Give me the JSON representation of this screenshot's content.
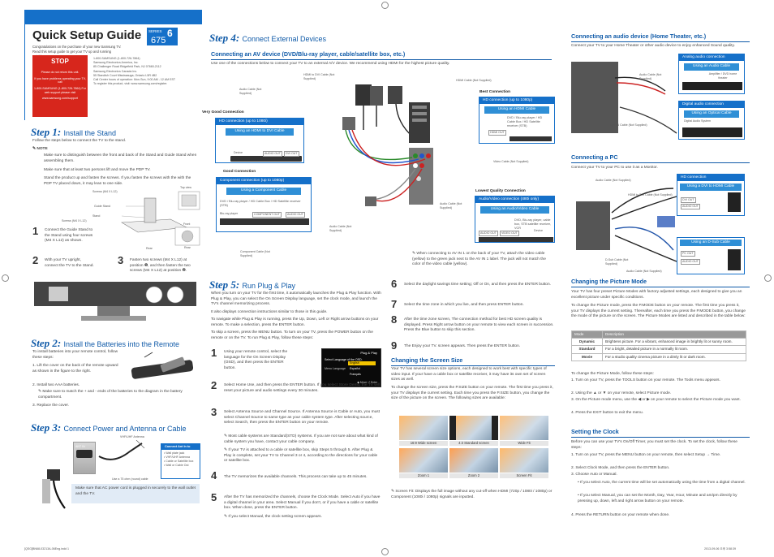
{
  "header": {
    "title": "Quick Setup Guide",
    "series_label": "SERIES",
    "series_number": "6",
    "model_number": "675",
    "intro": "Congratulations on the purchase of your new Samsung TV. Read this setup guide to get your TV up and running quickly.",
    "stop_label": "STOP",
    "stop_text1": "Please do not return this unit.",
    "stop_text2": "If you have problems operating your TV, call",
    "stop_text3": "1-800-SAMSUNG (1-800-726-7864) For web support please visit",
    "stop_text4": "www.samsung.com/support",
    "contact1": "1-800-SAMSUNG (1-800-726-7864)",
    "contact2": "Samsung Electronics America, Inc.",
    "contact3": "85 Challenger Road Ridgefield Park, NJ 07660-2112",
    "contact4": "Samsung Electronics Canada Inc.",
    "contact5": "55 Standish Court Mississauga, Ontario L5R 4B2",
    "contact6": "Call Center hours of operation: Mon-Sun, 9:00 AM - 12 AM EST",
    "contact7": "To register this product, visit: www.samsung.com/register."
  },
  "step1": {
    "step": "Step 1:",
    "title": "Install the Stand",
    "intro": "Follow the steps below to connect the TV to the stand.",
    "note_label": "NOTE",
    "notes": [
      "Make sure to distinguish between the front and back of the Stand and Guide Stand when assembling them.",
      "Make sure that at least two persons lift and move the PDP TV.",
      "Stand the product up and fasten the screws. If you fasten the screws with the with the PDP TV placed down, it may lean to one side."
    ],
    "labels": [
      "Screws (M4 X L12)",
      "Top view",
      "Guide Stand",
      "Stand",
      "Screws (M4 X L12)",
      "Front",
      "Rear"
    ],
    "sub1": "Connect the Guide Stand to the Stand using four screws (M4 X L12) as shown.",
    "sub2": "With your TV upright, connect the TV to the Stand.",
    "sub3": "Fasten two screws (M4 X L12) at position ❶, and then fasten the two screws (M4 X L12) at position ❷."
  },
  "step2": {
    "step": "Step 2:",
    "title": "Install the Batteries into the Remote",
    "intro": "To install batteries into your remote control, follow these steps:",
    "items": [
      "Lift the cover on the back of the remote upward as shown in the figure to the right.",
      "Install two AAA batteries.",
      "Replace the cover."
    ],
    "note": "Make sure to match the + and - ends of the batteries to the diagram in the battery compartment."
  },
  "step3": {
    "step": "Step 3:",
    "title": "Connect Power and Antenna or Cable",
    "antenna_label": "VHF/UHF Antenna",
    "cable_note": "Use a 75 ohm (round) cable",
    "ant_in": "ANT IN",
    "box_title": "Connect Ant In to",
    "box_items": [
      "Wall plate jack",
      "VHF/UHF Antenna",
      "Cable or Satellite box",
      "Wall or Cable Out"
    ],
    "power_note": "Make sure that AC power cord is plugged in securely to the wall outlet and the TV."
  },
  "step4": {
    "step": "Step 4:",
    "title": "Connect External Devices",
    "sub_title": "Connecting an AV device (DVD/Blu-ray player, cable/satellite box, etc.)",
    "intro": "Use one of the connections below to connect your TV to an external A/V device. We recommend using HDMI for the highest picture quality.",
    "very_good": "Very Good Connection",
    "very_good_bar": "HD connection (up to 1080i)",
    "very_good_title": "Using an HDMI to DVI Cable",
    "device": "Device",
    "good": "Good Connection",
    "good_bar": "Component connection (up to 1080p)",
    "good_title": "Using a Component Cable",
    "good_desc": "DVD / Blu-ray player / HD Cable Box / HD Satellite receiver (STB)",
    "bluray": "Blu-ray player",
    "best": "Best Connection",
    "best_bar": "HD connection (up to 1080p)",
    "best_title": "Using an HDMI Cable",
    "best_desc": "DVD / Blu-ray player / HD Cable Box / HD Satellite receiver (STB)",
    "lowest": "Lowest Quality Connection",
    "lowest_bar": "Audio/Video connection (480i only)",
    "lowest_title": "Using an Audio/Video Cable",
    "lowest_desc": "DVD, Blu-ray player, cable box, STB satellite receiver, VCR",
    "cable_labels": [
      "Audio Cable (Not Supplied)",
      "HDMI to DVI Cable (Not Supplied)",
      "HDMI Cable (Not Supplied)",
      "Component Cable (Not Supplied)",
      "Audio Cable (Not Supplied)",
      "Video Cable (Not Supplied)",
      "Audio Cable (Not Supplied)"
    ],
    "port_labels": [
      "AUDIO OUT",
      "DVI OUT",
      "COMPONENT OUT",
      "AUDIO OUT",
      "HDMI OUT",
      "AUDIO OUT",
      "VIDEO OUT"
    ],
    "note": "When connecting to AV IN 1 on the back of your TV, attach the video cable (yellow) to the green jack next to the AV IN 1 label. The jack will not match the color of the video cable (yellow)."
  },
  "step5": {
    "step": "Step 5:",
    "title": "Run Plug & Play",
    "intro1": "When you turn on your TV for the first time, it automatically launches the Plug & Play function. With Plug & Play, you can select the On Screen Display language, set the clock mode, and launch the TV's channel memorizing process.",
    "intro2": "It also displays connection instructions similar to those in this guide.",
    "intro3": "To navigate while Plug & Play is running, press the Up, Down, Left or Right arrow buttons on your remote. To make a selection, press the ENTER button.",
    "intro4": "To skip a screen, press the MENU button. To turn on your TV, press the POWER button on the remote or on the TV. To run Plug & Play, follow these steps:",
    "s1": "Using your remote control, select the language for the On Screen Display (OSD), and then press the ENTER button.",
    "osd_title": "Plug & Play",
    "osd_prompt": "Select Language of the OSD.",
    "osd_menu": "Menu Language",
    "osd_opts": [
      "English",
      "Español",
      "Français"
    ],
    "osd_move": "Move",
    "osd_enter": "Enter",
    "s2": "Select Home Use, and then press the ENTER button. If you select Store Demo, the TV will reset your picture and audio settings every 30 minutes.",
    "s3": "Select Antenna Source and Channel Source. If Antenna Source is Cable or Auto, you must select Channel Source to same type as your cable system type. After selecting source, select Search, then press the ENTER button on your remote.",
    "n3a": "Most cable systems are Standard(STD) systems. If you are not sure about what kind of cable system you have, contact your cable company.",
    "n3b": "If your TV is attached to a cable or satellite box, skip Steps 5 through 5. After Plug & Play is complete, set your TV to Channel 3 or 4, according to the directions for your cable or satellite box.",
    "s4": "The TV memorizes the available channels. This process can take up to 45 minutes.",
    "s5": "After the TV has memorized the channels, choose the Clock Mode. Select Auto if you have a digital channel in your area. Select Manual if you don't, or if you have a cable or satellite box. When done, press the ENTER button.",
    "n5": "If you select Manual, the clock setting screen appears.",
    "s6": "Select the daylight savings time setting; Off or On, and then press the ENTER button.",
    "s7": "Select the time zone in which you live, and then press ENTER button.",
    "s8": "After the time zone screen, The connection method for best HD screen quality is displayed. Press Right arrow button on your remote to view each screen in succession. Press the Blue button to skip this section.",
    "s9": "The Enjoy your TV. screen appears. Then press the ENTER button."
  },
  "screen_size": {
    "title": "Changing the Screen Size",
    "p1": "Your TV has several screen size options, each designed to work best with specific types of video input. If your have a cable box or satellite receiver, it may have its own set of screen sizes as well.",
    "p2": "To change the screen size, press the P.SIZE button on your remote. The first time you press it, your TV displays the current setting. Each time you press the P.SIZE button, you change the size of the picture on the screen. The following sizes are available:",
    "row1": [
      "16:9 Wide screen",
      "4:3 Standard screen",
      "Wide Fit"
    ],
    "row2": [
      "Zoom 1",
      "Zoom 2",
      "Screen Fit"
    ],
    "note": "Screen Fit: Displays the full image without any cut-off when HDMI (720p / 1080i / 1080p) or Component (1080i / 1080p) signals are inputted."
  },
  "audio_device": {
    "title": "Connecting an audio device (Home Theater, etc.)",
    "p": "Connect your TV to your Home Theater or other audio device to enjoy enhanced Sound quality.",
    "analog_bar": "Analog audio connection",
    "analog_title": "Using an Audio Cable",
    "amp": "Amplifier / DVD home theater",
    "digital_bar": "Digital audio connection",
    "digital_title": "Using an Optical Cable",
    "digital_dev": "Digital Audio System",
    "cable1": "Audio Cable (Not Supplied)",
    "cable2": "Optical Cable (Not Supplied)"
  },
  "pc": {
    "title": "Connecting a PC",
    "p": "Connect your TV to your PC to use it as a Monitor.",
    "dvi_title": "Using a DVI to HDMI Cable",
    "dsub_title": "Using an D-Sub Cable",
    "cables": [
      "Audio Cable (Not Supplied)",
      "HDMI to DVI Cable (Not Supplied)",
      "D-Sub Cable (Not Supplied)",
      "Audio Cable (Not Supplied)"
    ],
    "ports": [
      "DVI OUT",
      "AUDIO OUT",
      "PC OUT",
      "AUDIO OUT"
    ]
  },
  "picture_mode": {
    "title": "Changing the Picture Mode",
    "p1": "Your TV has four preset Picture Modes with factory adjusted settings, each designed to give you an excellent picture under specific conditions.",
    "p2": "To change the Picture mode, press the P.MODE button on your remote. The first time you press it, your TV displays the current setting. Thereafter, each time you press the P.MODE button, you change the mode of the picture on the screen. The Picture Modes are listed and described in the table below:",
    "col1": "Mode",
    "col2": "Description",
    "rows": [
      [
        "Dynamic",
        "Brightens picture. For a vibrant, enhanced image in brightly lit or sunny room."
      ],
      [
        "Standard",
        "For a bright, detailed picture in a normally lit room."
      ],
      [
        "Movie",
        "For a studio quality cinema picture in a dimly lit or dark room."
      ]
    ],
    "steps_intro": "To change the Picture Mode, follow these steps:",
    "steps": [
      "Turn on your TV, press the TOOLS button on your remote. The Tools menu appears.",
      "Using the ▲ or ▼ on your remote, select Picture mode.",
      "On the Picture mode menu, use the ◀ or ▶ on your remote to select the Picture mode you want.",
      "Press the EXIT button to exit the menu."
    ]
  },
  "clock": {
    "title": "Setting the Clock",
    "p": "Before you can use your TV's On/Off Timer, you must set the clock. To set the clock, follow these steps:",
    "steps": [
      "Turn on your TV, press the MENU button on your remote, then select Setup → Time.",
      "Select Clock Mode, and then press the ENTER button.",
      "Choose Auto or Manual."
    ],
    "bullets": [
      "If you select Auto, the current time will be set automatically using the time from a digital channel.",
      "If you select Manual, you can set the Month, Day, Year, Hour, Minute and am/pm directly by pressing up, down, left and right arrow button on your remote."
    ],
    "step4": "Press the RETURN button on your remote when done."
  },
  "footer": {
    "left": "[QSG]BN68-03213A-06Eng.indd 1",
    "right": "2013-09-06 오후 3:58:39"
  },
  "colors": {
    "accent": "#0f5aa8",
    "bar": "#1570c9",
    "stop": "#d7261c"
  }
}
